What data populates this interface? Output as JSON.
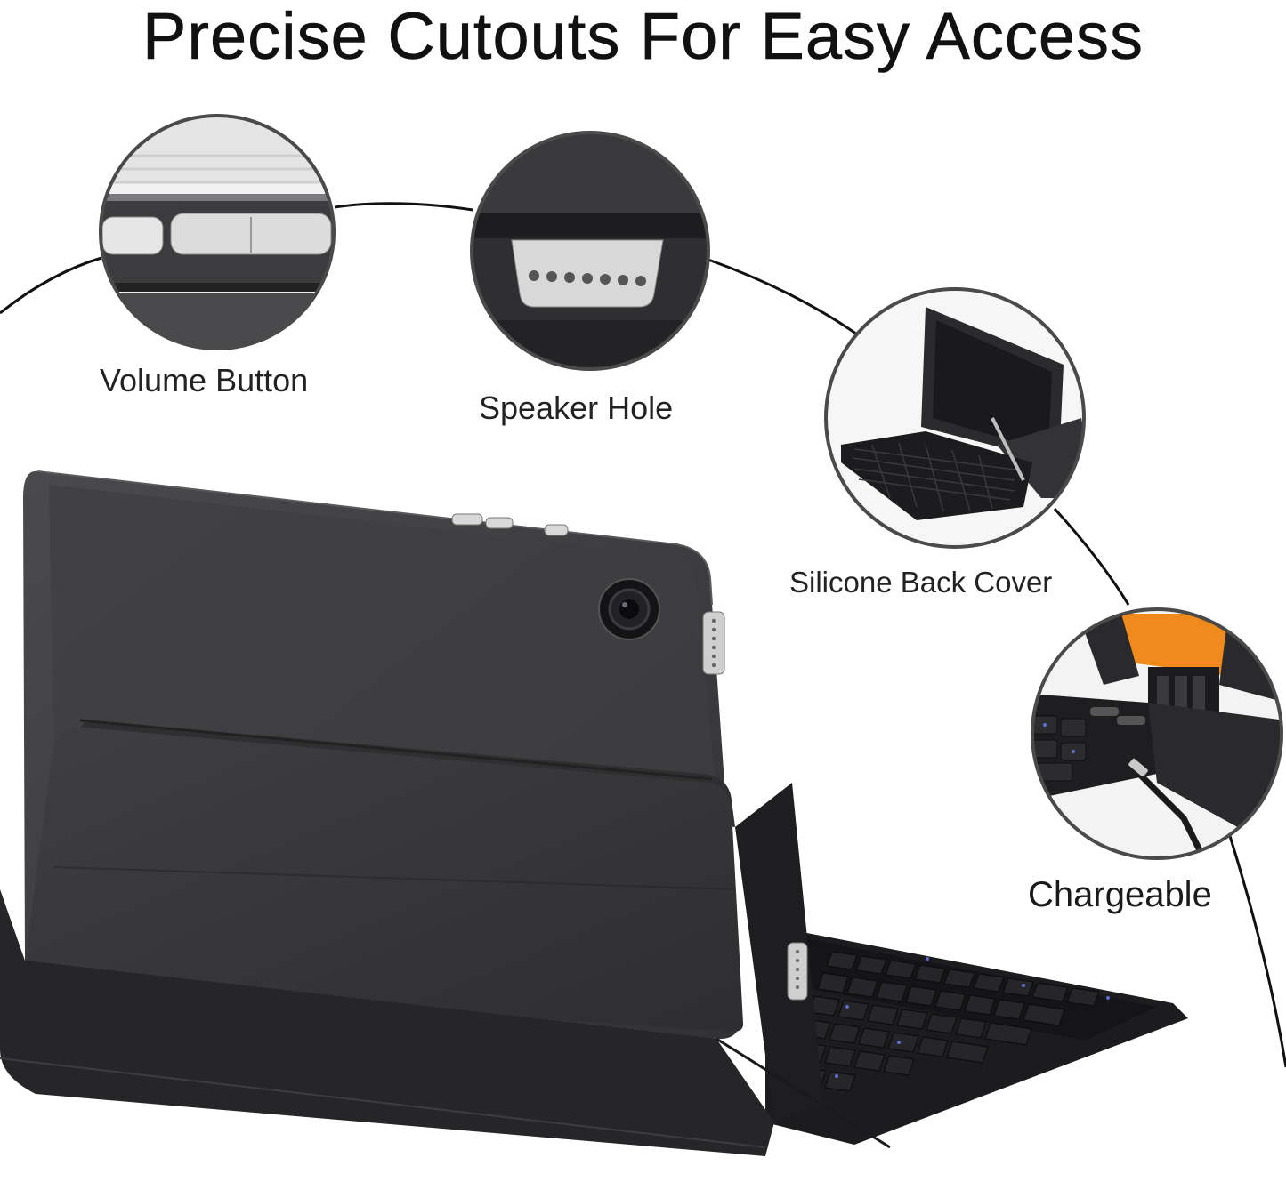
{
  "headline": "Precise Cutouts For Easy Access",
  "callouts": {
    "volume_button": "Volume Button",
    "speaker_hole": "Speaker Hole",
    "silicone_back_cover": "Silicone Back Cover",
    "chargeable": "Chargeable"
  },
  "colors": {
    "background": "#ffffff",
    "text": "#222222",
    "case": "#3a3a3c",
    "keyboard": "#1c1c1e",
    "accent_orange": "#f08a1c",
    "key_legend_blue": "#5a6fd6"
  }
}
